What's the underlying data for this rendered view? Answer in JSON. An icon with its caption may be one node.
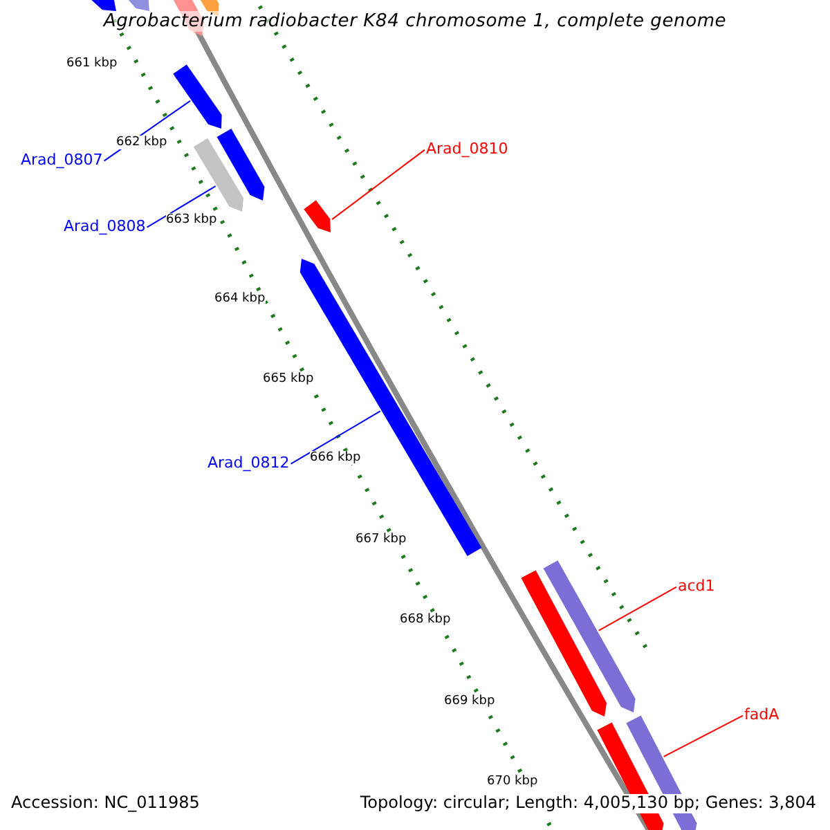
{
  "diagram": {
    "title": "Agrobacterium radiobacter K84 chromosome 1, complete genome",
    "nodes": [
      {
        "text": [
          "Arad_0807"
        ]
      },
      {
        "text": [],
        "shape": "bar"
      },
      {
        "text": [
          "Arad_0808"
        ]
      },
      {
        "text": [],
        "shape": "bar"
      },
      {
        "text": [
          "Arad_0810"
        ]
      },
      {
        "text": [],
        "shape": "bar"
      },
      {
        "text": [
          "Arad_0812"
        ]
      },
      {
        "text": [],
        "shape": "bar"
      },
      {
        "text": [
          "acd1"
        ]
      },
      {
        "text": [],
        "shape": "bar"
      },
      {
        "text": [
          "fadA"
        ]
      },
      {
        "text": [],
        "shape": "bar"
      },
      {
        "text": [],
        "shape": "bar"
      },
      {
        "text": [],
        "shape": "bar"
      },
      {
        "text": [],
        "shape": "bar"
      },
      {
        "text": [],
        "shape": "bar"
      },
      {
        "text": [],
        "shape": "bar"
      },
      {
        "text": [],
        "shape": "bar"
      },
      {
        "text": [],
        "shape": "bar"
      }
    ],
    "edges": [
      {
        "from": 0,
        "to": 1,
        "arrow": "none"
      },
      {
        "from": 2,
        "to": 3,
        "arrow": "none"
      },
      {
        "from": 4,
        "to": 5,
        "arrow": "none",
        "color": "#ff0000"
      },
      {
        "from": 6,
        "to": 7,
        "arrow": "none"
      },
      {
        "from": 8,
        "to": 9,
        "arrow": "none",
        "color": "#ff0000"
      },
      {
        "from": 10,
        "to": 11,
        "arrow": "none",
        "color": "#ff0000"
      }
    ],
    "labels": [
      "661 kbp",
      "662 kbp",
      "663 kbp",
      "664 kbp",
      "665 kbp",
      "666 kbp",
      "667 kbp",
      "668 kbp",
      "669 kbp",
      "670 kbp",
      "Accession: NC_011985",
      "Topology: circular; Length: 4,005,130 bp; Genes: 3,804"
    ]
  }
}
